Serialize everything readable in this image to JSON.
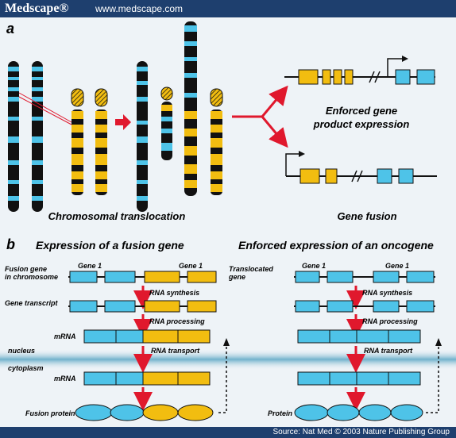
{
  "header": {
    "brand": "Medscape®",
    "url": "www.medscape.com"
  },
  "footer": {
    "source": "Source: Nat Med © 2003 Nature Publishing Group"
  },
  "panel_a": {
    "letter": "a",
    "left_caption": "Chromosomal translocation",
    "right_caption": "Gene fusion",
    "enforced_line1": "Enforced gene",
    "enforced_line2": "product expression"
  },
  "panel_b": {
    "letter": "b",
    "left_title": "Expression of a fusion gene",
    "right_title": "Enforced expression of an oncogene",
    "left_row_label1": "Fusion gene",
    "left_row_label2": "in chromosome",
    "gene_transcript": "Gene transcript",
    "mrna": "mRNA",
    "nucleus": "nucleus",
    "cytoplasm": "cytoplasm",
    "fusion_protein": "Fusion protein",
    "right_row_label1": "Translocated",
    "right_row_label2": "gene",
    "protein": "Protein",
    "gene1_left": "Gene 1",
    "gene1_right": "Gene 1",
    "rna_synthesis": "RNA synthesis",
    "rna_processing": "RNA processing",
    "rna_transport": "RNA transport"
  },
  "colors": {
    "blue": "#4ec3e8",
    "yellow": "#f2bd10",
    "black": "#111111",
    "red": "#e0182d",
    "navy": "#1e3f6e"
  }
}
